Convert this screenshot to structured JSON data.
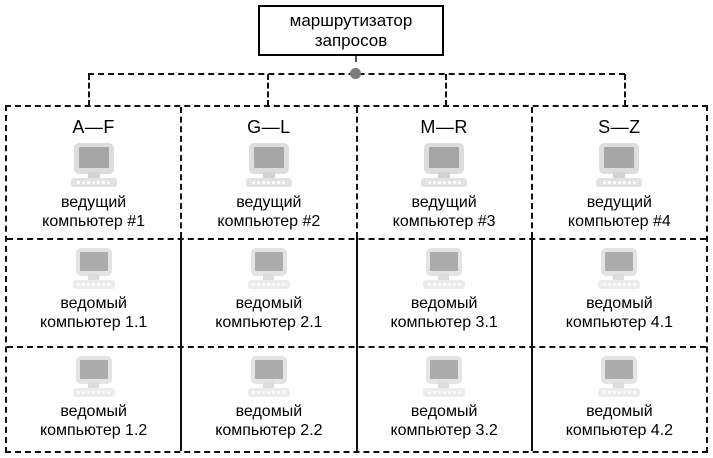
{
  "diagram": {
    "router": {
      "label": "маршрутизатор\nзапросов",
      "node_color": "#7b7b7b"
    },
    "columns": [
      {
        "range_label": "A—F"
      },
      {
        "range_label": "G—L"
      },
      {
        "range_label": "M—R"
      },
      {
        "range_label": "S—Z"
      }
    ],
    "rows": [
      {
        "kind": "master",
        "cells": [
          {
            "caption": "ведущий\nкомпьютер #1",
            "icon": "computer-monitor-icon"
          },
          {
            "caption": "ведущий\nкомпьютер #2",
            "icon": "computer-monitor-icon"
          },
          {
            "caption": "ведущий\nкомпьютер #3",
            "icon": "computer-monitor-icon"
          },
          {
            "caption": "ведущий\nкомпьютер #4",
            "icon": "computer-monitor-icon"
          }
        ]
      },
      {
        "kind": "slave",
        "cells": [
          {
            "caption": "ведомый\nкомпьютер 1.1",
            "icon": "computer-monitor-icon"
          },
          {
            "caption": "ведомый\nкомпьютер 2.1",
            "icon": "computer-monitor-icon"
          },
          {
            "caption": "ведомый\nкомпьютер 3.1",
            "icon": "computer-monitor-icon"
          },
          {
            "caption": "ведомый\nкомпьютер 4.1",
            "icon": "computer-monitor-icon"
          }
        ]
      },
      {
        "kind": "slave",
        "cells": [
          {
            "caption": "ведомый\nкомпьютер 1.2",
            "icon": "computer-monitor-icon"
          },
          {
            "caption": "ведомый\nкомпьютер 2.2",
            "icon": "computer-monitor-icon"
          },
          {
            "caption": "ведомый\nкомпьютер 3.2",
            "icon": "computer-monitor-icon"
          },
          {
            "caption": "ведомый\nкомпьютер 4.2",
            "icon": "computer-monitor-icon"
          }
        ]
      }
    ]
  }
}
